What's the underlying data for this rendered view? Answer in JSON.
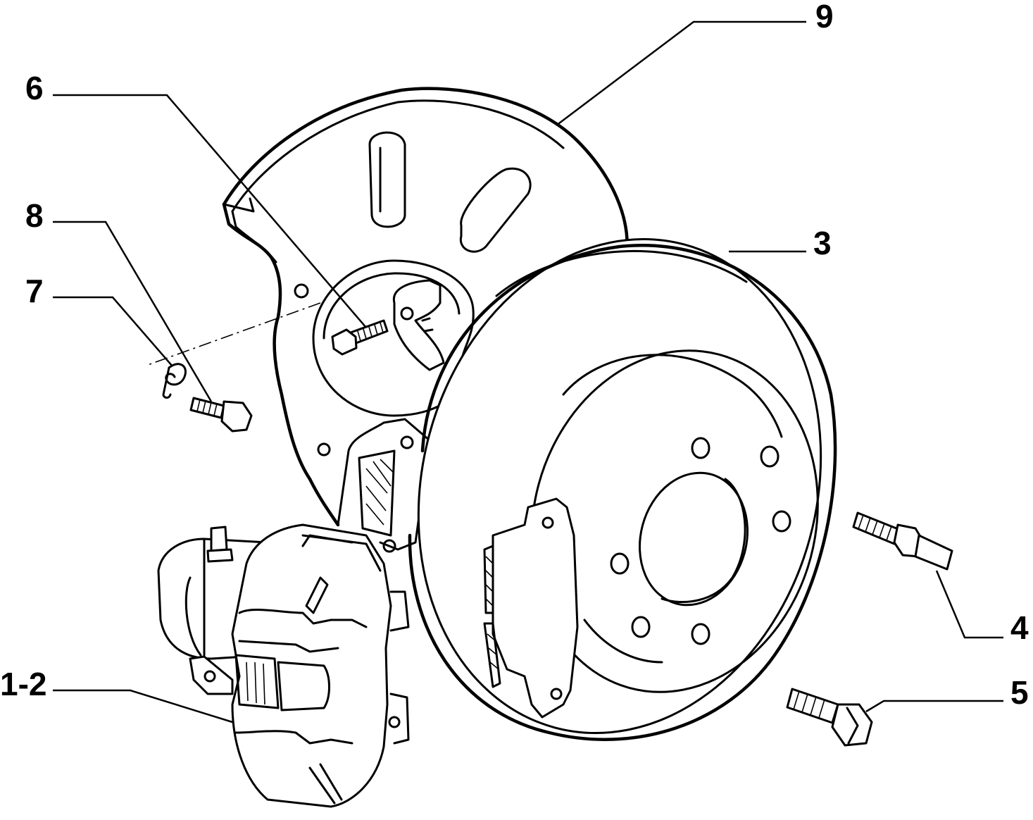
{
  "diagram": {
    "callouts": [
      {
        "id": "label-9",
        "text": "9"
      },
      {
        "id": "label-6",
        "text": "6"
      },
      {
        "id": "label-8",
        "text": "8"
      },
      {
        "id": "label-7",
        "text": "7"
      },
      {
        "id": "label-3",
        "text": "3"
      },
      {
        "id": "label-4",
        "text": "4"
      },
      {
        "id": "label-1-2",
        "text": "1-2"
      },
      {
        "id": "label-5",
        "text": "5"
      }
    ]
  }
}
